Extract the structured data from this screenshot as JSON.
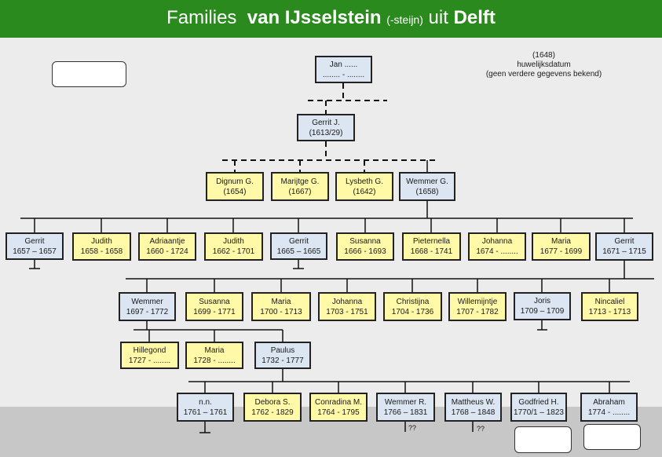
{
  "header": {
    "w1": "Families",
    "w2": "van IJsselstein",
    "w3": "(-steijn)",
    "w4": "uit",
    "w5": "Delft"
  },
  "note": {
    "l1": "(1648)",
    "l2": "huwelijksdatum",
    "l3": "(geen verdere gegevens bekend)"
  },
  "unknown_mark": "??",
  "colors": {
    "header_green": "#2a8a1e",
    "male_box": "#dce6f2",
    "female_box": "#fff9a8",
    "light_background": "#ececec",
    "footer_grey": "#c7c7c7"
  },
  "people": [
    {
      "l1": "Jan ......",
      "l2": "........ - ........",
      "sex": "m"
    },
    {
      "l1": "Gerrit J.",
      "l2": "(1613/29)",
      "sex": "m"
    },
    {
      "l1": "Dignum G.",
      "l2": "(1654)",
      "sex": "f"
    },
    {
      "l1": "Marijtge G.",
      "l2": "(1667)",
      "sex": "f"
    },
    {
      "l1": "Lysbeth G.",
      "l2": "(1642)",
      "sex": "f"
    },
    {
      "l1": "Wemmer G.",
      "l2": "(1658)",
      "sex": "m"
    },
    {
      "l1": "Gerrit",
      "l2": "1657 – 1657",
      "sex": "m"
    },
    {
      "l1": "Judith",
      "l2": "1658 - 1658",
      "sex": "f"
    },
    {
      "l1": "Adriaantje",
      "l2": "1660 - 1724",
      "sex": "f"
    },
    {
      "l1": "Judith",
      "l2": "1662 - 1701",
      "sex": "f"
    },
    {
      "l1": "Gerrit",
      "l2": "1665 – 1665",
      "sex": "m"
    },
    {
      "l1": "Susanna",
      "l2": "1666 - 1693",
      "sex": "f"
    },
    {
      "l1": "Pieternella",
      "l2": "1668 - 1741",
      "sex": "f"
    },
    {
      "l1": "Johanna",
      "l2": "1674 - ........",
      "sex": "f"
    },
    {
      "l1": "Maria",
      "l2": "1677 - 1699",
      "sex": "f"
    },
    {
      "l1": "Gerrit",
      "l2": "1671 – 1715",
      "sex": "m"
    },
    {
      "l1": "Wemmer",
      "l2": "1697 - 1772",
      "sex": "m"
    },
    {
      "l1": "Susanna",
      "l2": "1699 - 1771",
      "sex": "f"
    },
    {
      "l1": "Maria",
      "l2": "1700 - 1713",
      "sex": "f"
    },
    {
      "l1": "Johanna",
      "l2": "1703 - 1751",
      "sex": "f"
    },
    {
      "l1": "Christijna",
      "l2": "1704 - 1736",
      "sex": "f"
    },
    {
      "l1": "Willemijntje",
      "l2": "1707 - 1782",
      "sex": "f"
    },
    {
      "l1": "Joris",
      "l2": "1709 – 1709",
      "sex": "m"
    },
    {
      "l1": "Nincaliel",
      "l2": "1713 - 1713",
      "sex": "f"
    },
    {
      "l1": "Hillegond",
      "l2": "1727 - ........",
      "sex": "f"
    },
    {
      "l1": "Maria",
      "l2": "1728 - ........",
      "sex": "f"
    },
    {
      "l1": "Paulus",
      "l2": "1732 - 1777",
      "sex": "m"
    },
    {
      "l1": "n.n.",
      "l2": "1761 – 1761",
      "sex": "m"
    },
    {
      "l1": "Debora S.",
      "l2": "1762 - 1829",
      "sex": "f"
    },
    {
      "l1": "Conradina M.",
      "l2": "1764 - 1795",
      "sex": "f"
    },
    {
      "l1": "Wemmer R.",
      "l2": "1766 – 1831",
      "sex": "m"
    },
    {
      "l1": "Mattheus W.",
      "l2": "1768 – 1848",
      "sex": "m"
    },
    {
      "l1": "Godfried H.",
      "l2": "1770/1 – 1823",
      "sex": "m"
    },
    {
      "l1": "Abraham",
      "l2": "1774 - ........",
      "sex": "m"
    }
  ]
}
